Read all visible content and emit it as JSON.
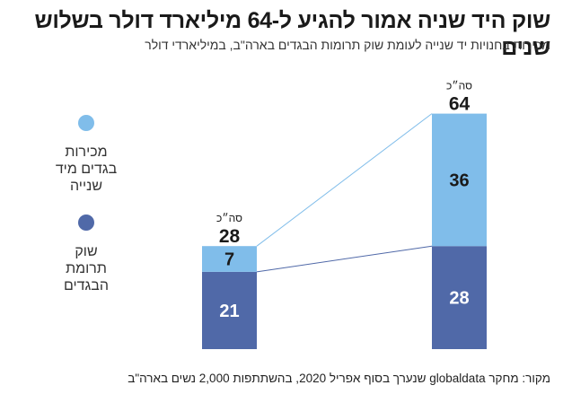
{
  "header": {
    "title": "שוק היד שניה אמור להגיע ל-64 מיליארד דולר בשלוש שנים",
    "subtitle": "מכירות בחנויות יד שנייה לעומת שוק תרומות הבגדים בארה\"ב, במיליארדי דולר"
  },
  "source": "מקור: מחקר globaldata שנערך בסוף אפריל 2020, בהשתתפות 2,000 נשים בארה\"ב",
  "legend": [
    {
      "label": "מכירות בגדים מיד שנייה",
      "color": "#80bdea"
    },
    {
      "label": "שוק תרומת הבגדים",
      "color": "#5069a8"
    }
  ],
  "total_label": "סה״כ",
  "chart_data": {
    "type": "bar",
    "stacked": true,
    "categories": [
      "",
      ""
    ],
    "series": [
      {
        "name": "שוק תרומת הבגדים",
        "values": [
          21,
          28
        ],
        "color": "#5069a8"
      },
      {
        "name": "מכירות בגדים מיד שנייה",
        "values": [
          7,
          36
        ],
        "color": "#80bdea"
      }
    ],
    "totals": [
      28,
      64
    ],
    "title": "שוק היד שניה אמור להגיע ל-64 מיליארד דולר בשלוש שנים",
    "xlabel": "",
    "ylabel": "",
    "grid": false,
    "legend_position": "left"
  }
}
